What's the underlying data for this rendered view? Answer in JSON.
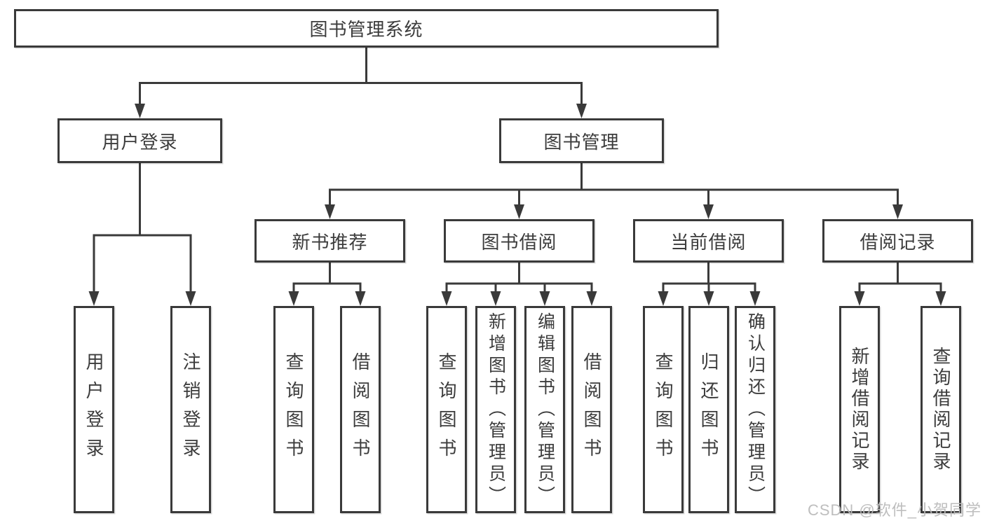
{
  "tree": {
    "root": {
      "label": "图书管理系统"
    },
    "branches": [
      {
        "label": "用户登录",
        "children": [
          {
            "label": "用户登录"
          },
          {
            "label": "注销登录"
          }
        ]
      },
      {
        "label": "图书管理",
        "children": [
          {
            "label": "新书推荐",
            "children": [
              {
                "label": "查询图书"
              },
              {
                "label": "借阅图书"
              }
            ]
          },
          {
            "label": "图书借阅",
            "children": [
              {
                "label": "查询图书"
              },
              {
                "label": "新增图书（管理员）"
              },
              {
                "label": "编辑图书（管理员）"
              },
              {
                "label": "借阅图书"
              }
            ]
          },
          {
            "label": "当前借阅",
            "children": [
              {
                "label": "查询图书"
              },
              {
                "label": "归还图书"
              },
              {
                "label": "确认归还（管理员）"
              }
            ]
          },
          {
            "label": "借阅记录",
            "children": [
              {
                "label": "新增借阅记录"
              },
              {
                "label": "查询借阅记录"
              }
            ]
          }
        ]
      }
    ]
  },
  "watermark": {
    "text": "CSDN @软件_小贺同学"
  },
  "colors": {
    "line": "#3a3a3a",
    "text": "#3c3c3c",
    "background": "#ffffff",
    "watermark": "#bababa"
  }
}
